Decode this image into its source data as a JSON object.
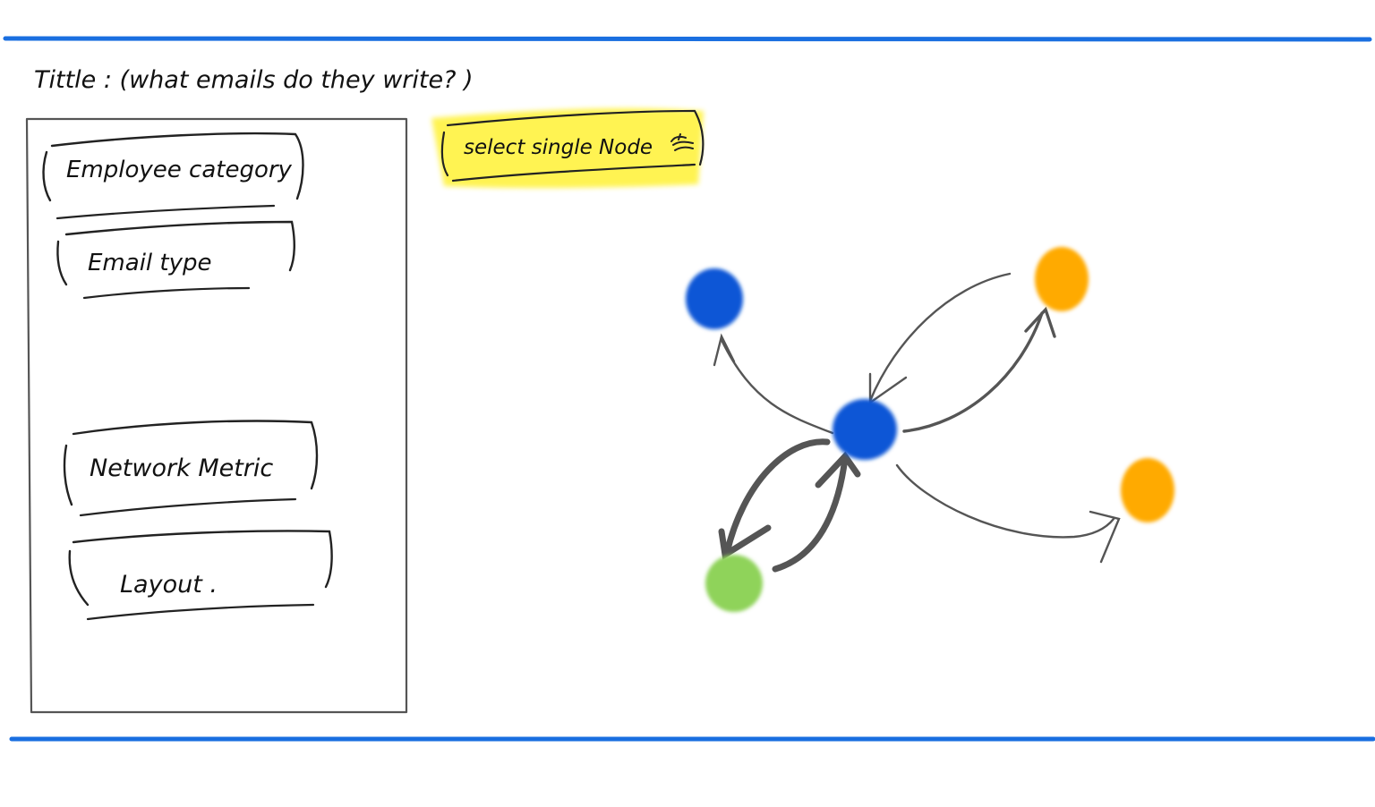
{
  "title": "Tittle : (what emails do they write? )",
  "panel": {
    "items": [
      {
        "label": "Employee category"
      },
      {
        "label": "Email type"
      },
      {
        "label": "Network Metric"
      },
      {
        "label": "Layout ."
      }
    ]
  },
  "highlight_button": {
    "label": "select single Node",
    "icon": "hand-pointer-icon",
    "color": "#fff34a"
  },
  "colors": {
    "rule": "#1a6fe0",
    "node_blue": "#0a56d6",
    "node_orange": "#ffaa00",
    "node_green": "#8fd35a",
    "edge": "#555555"
  }
}
